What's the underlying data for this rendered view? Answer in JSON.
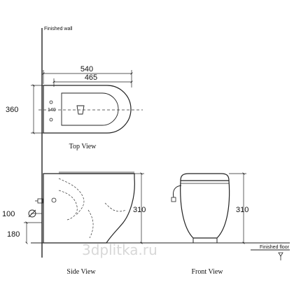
{
  "labels": {
    "finished_wall": "Finished wall",
    "finished_floor": "Finished floor",
    "top_view": "Top View",
    "side_view": "Side View",
    "front_view": "Front View",
    "watermark": "3dplitka.ru"
  },
  "dimensions": {
    "overall_length": "540",
    "bowl_length": "465",
    "width": "360",
    "bolt_spacing": "140",
    "side_height": "310",
    "pipe_diameter": "100",
    "outlet_height": "180",
    "front_height": "310"
  }
}
